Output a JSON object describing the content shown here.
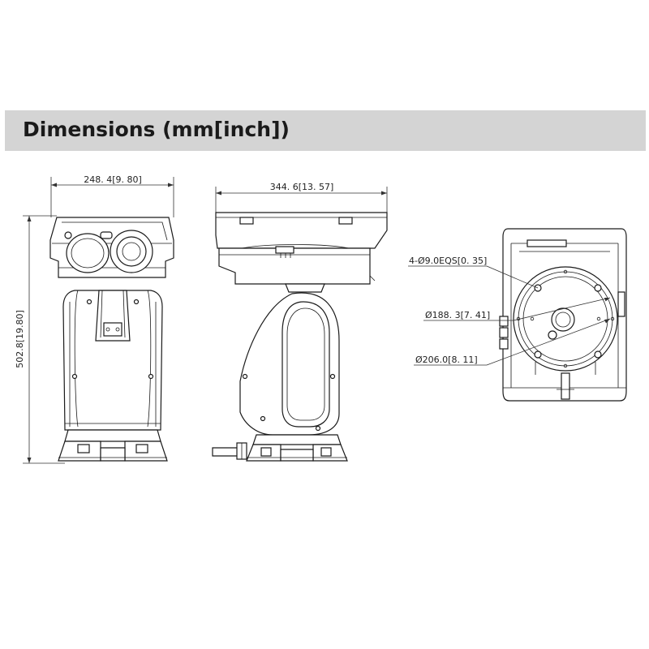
{
  "header": {
    "title": "Dimensions (mm[inch])"
  },
  "front_view": {
    "width_label": "248. 4[9. 80]",
    "height_label": "502.8[19.80]"
  },
  "side_view": {
    "width_label": "344. 6[13. 57]"
  },
  "bottom_view": {
    "hole_label": "4-Ø9.0EQS[0. 35]",
    "inner_dia_label": "Ø188. 3[7. 41]",
    "outer_dia_label": "Ø206.0[8. 11]"
  }
}
